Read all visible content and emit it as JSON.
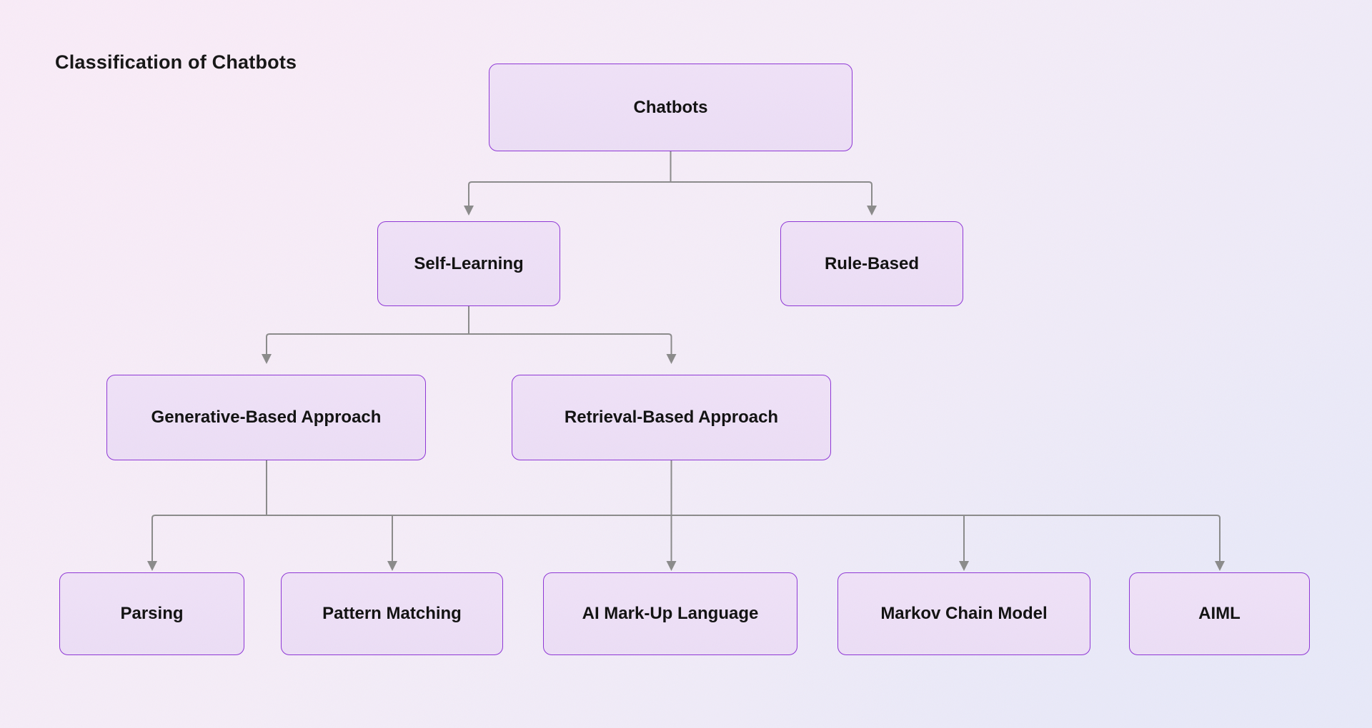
{
  "title": "Classification of Chatbots",
  "nodes": {
    "chatbots": "Chatbots",
    "self_learning": "Self-Learning",
    "rule_based": "Rule-Based",
    "generative": "Generative-Based Approach",
    "retrieval": "Retrieval-Based Approach",
    "parsing": "Parsing",
    "pattern_matching": "Pattern Matching",
    "ai_markup": "AI Mark-Up Language",
    "markov": "Markov Chain Model",
    "aiml": "AIML"
  },
  "edges": [
    {
      "from": [
        "Chatbots"
      ],
      "to": [
        "Self-Learning",
        "Rule-Based"
      ]
    },
    {
      "from": [
        "Self-Learning"
      ],
      "to": [
        "Generative-Based Approach",
        "Retrieval-Based Approach"
      ]
    },
    {
      "from": [
        "Generative-Based Approach",
        "Retrieval-Based Approach"
      ],
      "to": [
        "Parsing",
        "Pattern Matching",
        "AI Mark-Up Language",
        "Markov Chain Model",
        "AIML"
      ]
    }
  ],
  "colors": {
    "node_fill": "#f0e2f8",
    "node_border": "#8e35d6",
    "node_text": "#0f0f0f",
    "title_text": "#141414",
    "connector": "#8a8a8a",
    "background_top_left": "#f9ecf8",
    "background_bottom_right": "#e8e9f9"
  }
}
